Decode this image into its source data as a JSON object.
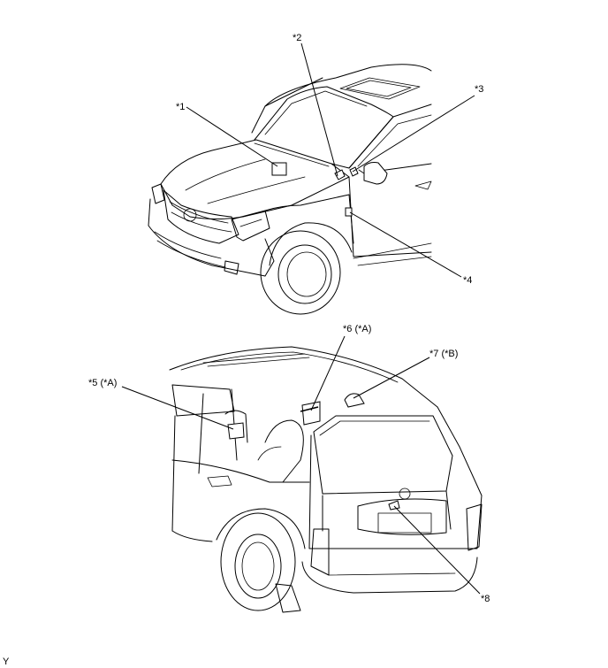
{
  "callouts": {
    "c1": "*1",
    "c2": "*2",
    "c3": "*3",
    "c4": "*4",
    "c5": "*5 (*A)",
    "c6": "*6 (*A)",
    "c7": "*7 (*B)",
    "c8": "*8"
  },
  "footer": {
    "code": "Y"
  }
}
